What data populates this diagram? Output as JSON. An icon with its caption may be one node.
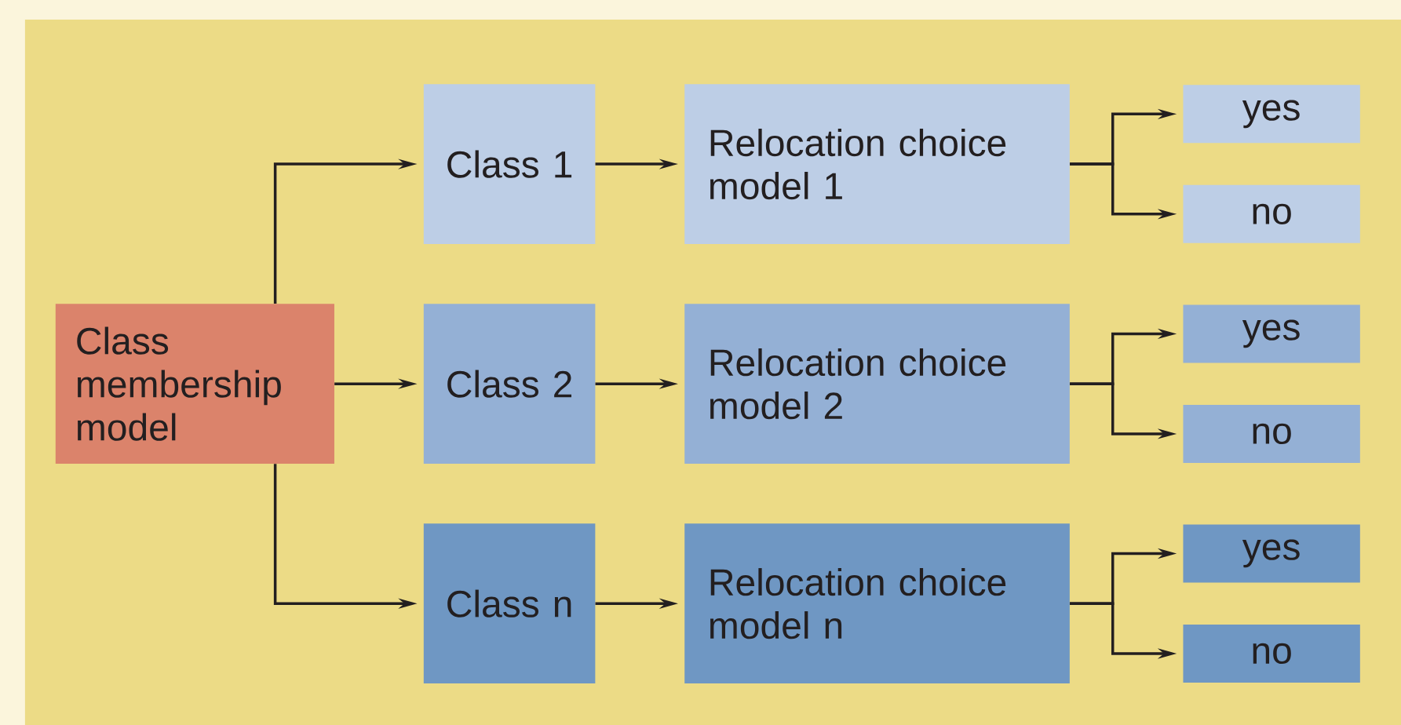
{
  "diagram": {
    "nodes": [
      {
        "text": [
          "Class membership model"
        ]
      },
      {
        "text": [
          "Class 1"
        ]
      },
      {
        "text": [
          "Relocation choice model 1"
        ]
      },
      {
        "text": [
          "yes"
        ]
      },
      {
        "text": [
          "no"
        ]
      },
      {
        "text": [
          "Class 2"
        ]
      },
      {
        "text": [
          "Relocation choice model 2"
        ]
      },
      {
        "text": [
          "yes"
        ]
      },
      {
        "text": [
          "no"
        ]
      },
      {
        "text": [
          "Class n"
        ]
      },
      {
        "text": [
          "Relocation choice model n"
        ]
      },
      {
        "text": [
          "yes"
        ]
      },
      {
        "text": [
          "no"
        ]
      }
    ],
    "edges": [
      {
        "from": 0,
        "to": 1,
        "arrow": "to"
      },
      {
        "from": 0,
        "to": 5,
        "arrow": "to"
      },
      {
        "from": 0,
        "to": 9,
        "arrow": "to"
      },
      {
        "from": 1,
        "to": 2,
        "arrow": "to"
      },
      {
        "from": 5,
        "to": 6,
        "arrow": "to"
      },
      {
        "from": 9,
        "to": 10,
        "arrow": "to"
      },
      {
        "from": 2,
        "to": 3,
        "arrow": "to"
      },
      {
        "from": 2,
        "to": 4,
        "arrow": "to"
      },
      {
        "from": 6,
        "to": 7,
        "arrow": "to"
      },
      {
        "from": 6,
        "to": 8,
        "arrow": "to"
      },
      {
        "from": 10,
        "to": 11,
        "arrow": "to"
      },
      {
        "from": 10,
        "to": 12,
        "arrow": "to"
      }
    ]
  }
}
